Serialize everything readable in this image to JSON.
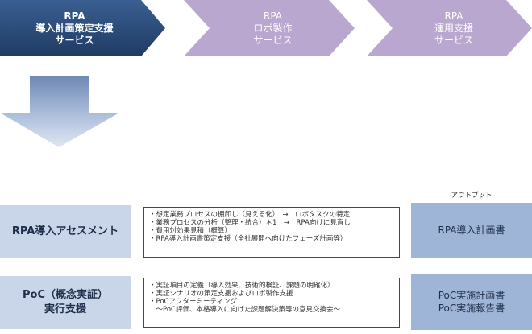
{
  "phases": [
    {
      "lines": [
        "RPA",
        "導入計画策定支援",
        "サービス"
      ],
      "active": true,
      "fill": "#2d4f7c"
    },
    {
      "lines": [
        "RPA",
        "ロボ製作",
        "サービス"
      ],
      "active": false,
      "fill": "#b9a7cf"
    },
    {
      "lines": [
        "RPA",
        "運用支援",
        "サービス"
      ],
      "active": false,
      "fill": "#b9a7cf"
    }
  ],
  "output_heading": "アウトプット",
  "rows": [
    {
      "label_lines": [
        "RPA導入アセスメント"
      ],
      "details": [
        "・想定業務プロセスの棚卸し（見える化）　→　ロボタスクの特定",
        "・業務プロセスの分析（整理・統合）＊1　→　RPA向けに見直し",
        "・費用対効果見積（概算）",
        "・RPA導入計画書策定支援（全社展開へ向けたフェーズ計画等）"
      ],
      "outputs": [
        "RPA導入計画書"
      ]
    },
    {
      "label_lines": [
        "PoC（概念実証）",
        "実行支援"
      ],
      "details": [
        "・実証項目の定義（導入効果、技術的検証、課題の明確化）",
        "・実証シナリオの策定支援およびロボ製作支援",
        "・PoCアフターミーティング",
        "　～PoC評価、本格導入に向けた課題解決策等の意見交換会～"
      ],
      "outputs": [
        "PoC実施計画書",
        "PoC実施報告書"
      ]
    }
  ],
  "colors": {
    "active_phase": "#2d4f7c",
    "inactive_phase": "#b9a7cf",
    "row_fill": "#c9d6ea",
    "output_fill": "#9fb5d8",
    "box_border": "#2f4a7a"
  }
}
